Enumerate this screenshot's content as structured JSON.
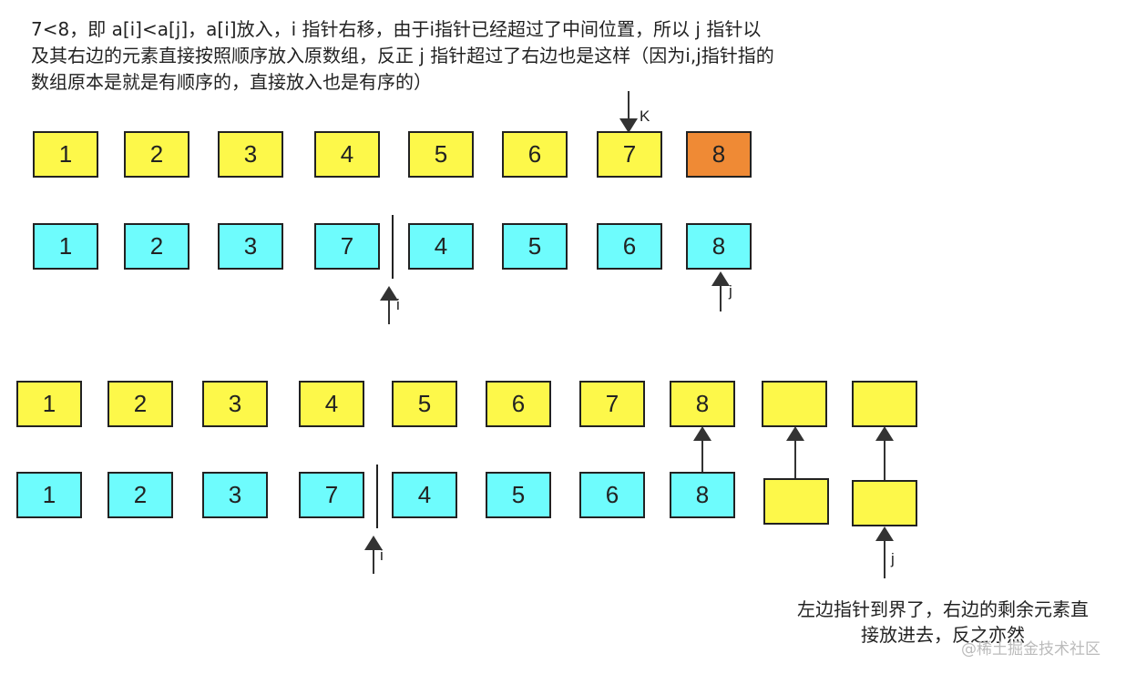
{
  "description": "7<8，即 a[i]<a[j]，a[i]放入，i 指针右移，由于i指针已经超过了中间位置，所以 j 指针以及其右边的元素直接按照顺序放入原数组，反正 j 指针超过了右边也是这样（因为i,j指针指的数组原本是就是有顺序的，直接放入也是有序的）",
  "note": "左边指针到界了，右边的剩余元素直接放进去，反之亦然",
  "watermark": "@稀土掘金技术社区",
  "colors": {
    "yellow": "#fdf84a",
    "cyan": "#6efcfd",
    "orange": "#ef8a35"
  },
  "top": {
    "merged": [
      "1",
      "2",
      "3",
      "4",
      "5",
      "6",
      "7",
      "8"
    ],
    "highlight_index": 7,
    "source": [
      "1",
      "2",
      "3",
      "7",
      "4",
      "5",
      "6",
      "8"
    ],
    "labels": {
      "k": "K",
      "i": "i",
      "j": "j"
    }
  },
  "bottom": {
    "merged": [
      "1",
      "2",
      "3",
      "4",
      "5",
      "6",
      "7",
      "8",
      "",
      ""
    ],
    "source": [
      "1",
      "2",
      "3",
      "7",
      "4",
      "5",
      "6",
      "8"
    ],
    "remaining": [
      "",
      ""
    ],
    "labels": {
      "i": "i",
      "j": "j"
    }
  }
}
